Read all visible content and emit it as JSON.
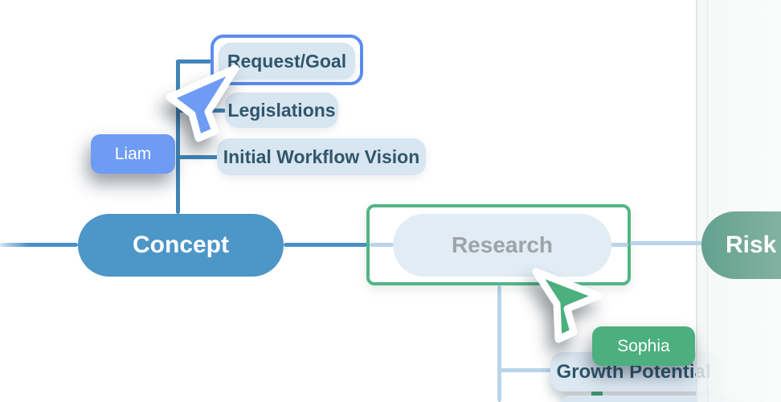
{
  "colors": {
    "background": "#ffffff",
    "concept_fill": "#4C96C8",
    "connector_dark": "#4186B8",
    "connector_mid": "#4A90C8",
    "connector_light": "#B9D4E8",
    "child_pill_fill": "#D8E6F1",
    "child_text": "#30566C",
    "research_pill_fill": "#E2ECF4",
    "research_text": "#9DA3A9",
    "selection_blue": "#5B8DF0",
    "selection_green": "#52B587",
    "liam_color": "#6E9CF4",
    "sophia_color": "#4CAF7E",
    "risk_fill": "#63A18E",
    "panel_tint": "#F2F6F5"
  },
  "nodes": {
    "concept": {
      "label": "Concept"
    },
    "research": {
      "label": "Research"
    },
    "risk": {
      "label": "Risk M"
    },
    "concept_children": [
      {
        "label": "Request/Goal"
      },
      {
        "label": "Legislations"
      },
      {
        "label": "Initial Workflow Vision"
      }
    ],
    "research_children": [
      {
        "label": "Growth Potential"
      }
    ]
  },
  "collaborators": [
    {
      "name": "Liam"
    },
    {
      "name": "Sophia"
    }
  ]
}
